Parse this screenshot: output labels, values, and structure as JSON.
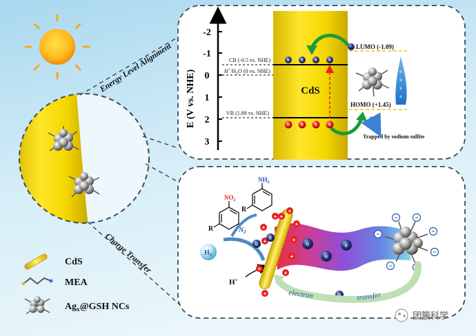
{
  "energy_panel": {
    "title": "Energy Level Alignment",
    "axis_label": "E (V vs. NHE)",
    "axis_ticks": [
      "-2",
      "-1",
      "0",
      "1",
      "2",
      "3"
    ],
    "material": "CdS",
    "cb_label": "CB (-0.5 vs. NHE)",
    "h_label_main": "H",
    "h_label_sup": "+",
    "h_label_rest": "/H",
    "h_label_sub": "2",
    "h_label_tail": "O (0 vs. NHE)",
    "vb_label": "VB (1.89 vs. NHE)",
    "lumo_label": "LUMO (-1.09)",
    "homo_label": "HOMO (+1.45)",
    "trapped_label": "Trapped by sodium sulfite",
    "electron": "e",
    "electron_sup": "-",
    "hole": "h",
    "hole_sup": "+"
  },
  "transfer_panel": {
    "title": "Charge Transfer",
    "no2": "NO",
    "no2_sub": "2",
    "nh2": "NH",
    "nh2_sub": "2",
    "r_group": "R",
    "n2_main": "N",
    "n2_sub": "2",
    "h2_main": "H",
    "h2_sub": "2",
    "h_plus_main": "H",
    "h_plus_sup": "+",
    "electron": "e",
    "electron_sup": "-",
    "plus_sign": "+",
    "minus_sign": "−",
    "arrow_word1": "electron",
    "arrow_word2": "transfer"
  },
  "legend": {
    "cds": "CdS",
    "mea": "MEA",
    "nc_main": "Ag",
    "nc_sub": "x",
    "nc_rest": "@GSH NCs"
  },
  "watermark": "团簇科学",
  "colors": {
    "sky": "#c7e6f3",
    "cds_yellow": "#f2d900",
    "green_arrow": "#1f9a3a",
    "red_hole": "#e8211e",
    "blue_text": "#2a5aa8",
    "gradient_start": "#e8222b",
    "gradient_mid": "#a23cd7",
    "gradient_end": "#6fd3e3"
  }
}
